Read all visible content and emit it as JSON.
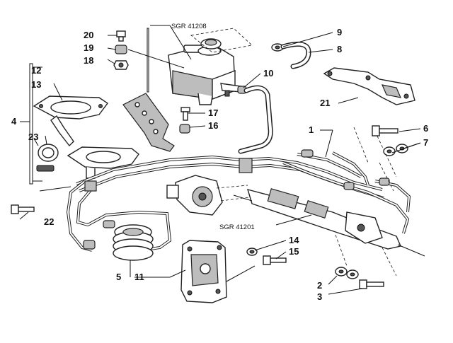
{
  "diagram": {
    "type": "exploded-parts-diagram",
    "references": {
      "reservoir": "SGR 41208",
      "steering_rack": "SGR 41201"
    },
    "callouts": {
      "c1": "1",
      "c2": "2",
      "c3": "3",
      "c4": "4",
      "c5": "5",
      "c6": "6",
      "c7": "7",
      "c8": "8",
      "c9": "9",
      "c10": "10",
      "c11": "11",
      "c12": "12",
      "c13": "13",
      "c14": "14",
      "c15": "15",
      "c16": "16",
      "c17": "17",
      "c18": "18",
      "c19": "19",
      "c20": "20",
      "c21": "21",
      "c22": "22",
      "c23": "23"
    }
  }
}
